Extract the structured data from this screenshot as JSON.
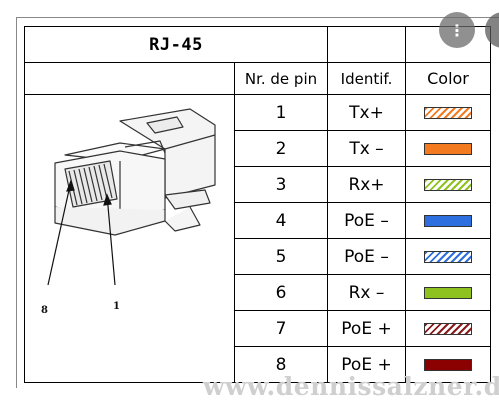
{
  "table": {
    "title": "RJ-45",
    "headers": {
      "pin": "Nr. de pin",
      "ident": "Identif.",
      "color": "Color"
    },
    "rows": [
      {
        "pin": "1",
        "ident": "Tx+",
        "color": "#f47a20",
        "striped": true
      },
      {
        "pin": "2",
        "ident": "Tx –",
        "color": "#f47a20",
        "striped": false
      },
      {
        "pin": "3",
        "ident": "Rx+",
        "color": "#8dc21f",
        "striped": true
      },
      {
        "pin": "4",
        "ident": "PoE –",
        "color": "#2e6fe0",
        "striped": false
      },
      {
        "pin": "5",
        "ident": "PoE –",
        "color": "#2e6fe0",
        "striped": true
      },
      {
        "pin": "6",
        "ident": "Rx –",
        "color": "#8dc21f",
        "striped": false
      },
      {
        "pin": "7",
        "ident": "PoE +",
        "color": "#8b1a1a",
        "striped": true
      },
      {
        "pin": "8",
        "ident": "PoE +",
        "color": "#8b0000",
        "striped": false
      }
    ]
  },
  "connector": {
    "pin_label_left": "8",
    "pin_label_right": "1"
  },
  "overlay": {
    "more_icon": "more-vert-icon",
    "more_glyph": "⋮"
  },
  "watermark": "www.dennissalzner.de"
}
